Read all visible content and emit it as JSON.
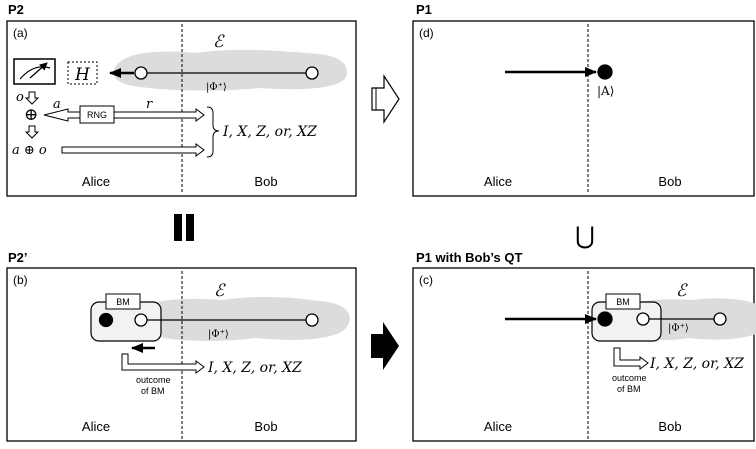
{
  "panels": {
    "p2": {
      "heading": "P2",
      "tag": "(a)",
      "alice": "Alice",
      "bob": "Bob",
      "env": "ℰ",
      "state": "|Φ⁺⟩",
      "measure_label": "H",
      "outcome_o": "o",
      "plus": "⊕",
      "bit_a": "a",
      "rng": "RNG",
      "bit_r": "r",
      "xor_out": "a ⊕ o",
      "corrections": "I, X, Z, or, XZ"
    },
    "p1": {
      "heading": "P1",
      "tag": "(d)",
      "alice": "Alice",
      "bob": "Bob",
      "state_a": "|A⟩"
    },
    "p2prime": {
      "heading": "P2’",
      "tag": "(b)",
      "alice": "Alice",
      "bob": "Bob",
      "env": "ℰ",
      "state": "|Φ⁺⟩",
      "bm": "BM",
      "outcome_line1": "outcome",
      "outcome_line2": "of BM",
      "corrections": "I, X, Z, or, XZ"
    },
    "p1qt": {
      "heading": "P1 with Bob’s QT",
      "tag": "(c)",
      "alice": "Alice",
      "bob": "Bob",
      "env": "ℰ",
      "state": "|Φ⁺⟩",
      "bm": "BM",
      "outcome_line1": "outcome",
      "outcome_line2": "of BM",
      "corrections": "I, X, Z, or, XZ"
    }
  },
  "relations": {
    "union": "⋃"
  },
  "icons": [
    "meter-icon",
    "hollow-arrow-right-icon",
    "equals-bars-icon",
    "filled-arrow-right-icon"
  ]
}
